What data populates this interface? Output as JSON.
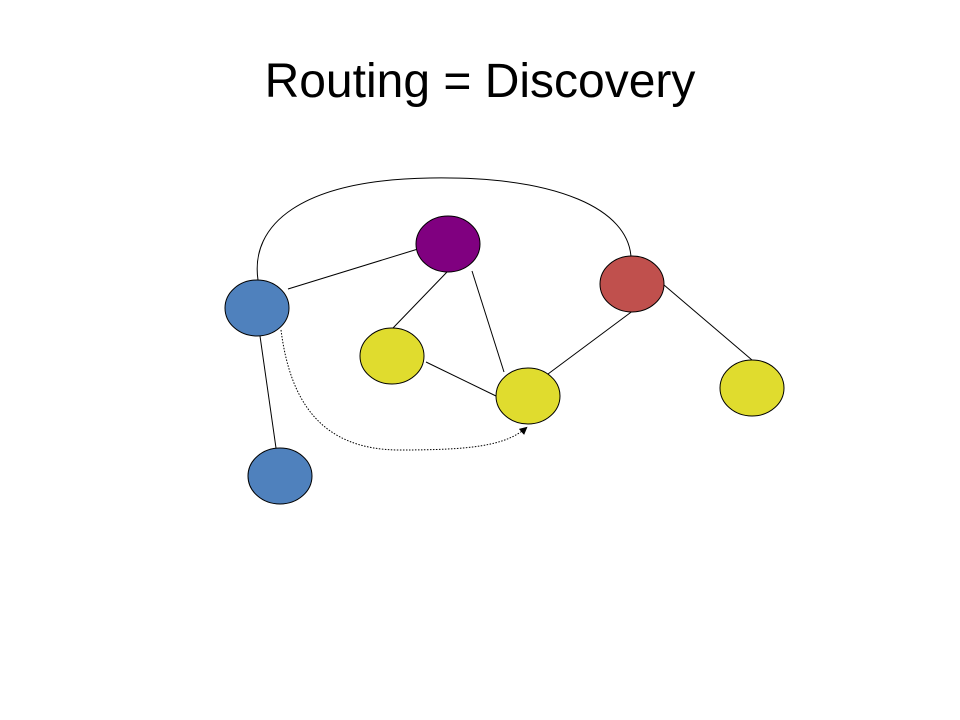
{
  "slide": {
    "title": "Routing = Discovery"
  },
  "colors": {
    "background": "#ffffff",
    "title_text": "#000000",
    "edge_stroke": "#000000",
    "node_stroke": "#000000",
    "blue_node": "#4f81bd",
    "purple_node": "#800080",
    "red_node": "#c0504d",
    "yellow_node": "#e0dc2e"
  },
  "diagram": {
    "nodes": [
      {
        "id": "blue-top",
        "color": "blue_node"
      },
      {
        "id": "blue-bottom",
        "color": "blue_node"
      },
      {
        "id": "purple",
        "color": "purple_node"
      },
      {
        "id": "red",
        "color": "red_node"
      },
      {
        "id": "yellow-left",
        "color": "yellow_node"
      },
      {
        "id": "yellow-center",
        "color": "yellow_node"
      },
      {
        "id": "yellow-right",
        "color": "yellow_node"
      }
    ],
    "edges": [
      {
        "from": "blue-top",
        "to": "purple",
        "style": "solid"
      },
      {
        "from": "blue-top",
        "to": "blue-bottom",
        "style": "solid"
      },
      {
        "from": "blue-top",
        "to": "red",
        "style": "solid-arc"
      },
      {
        "from": "purple",
        "to": "yellow-left",
        "style": "solid"
      },
      {
        "from": "purple",
        "to": "yellow-center",
        "style": "solid"
      },
      {
        "from": "yellow-left",
        "to": "yellow-center",
        "style": "solid"
      },
      {
        "from": "yellow-center",
        "to": "red",
        "style": "solid"
      },
      {
        "from": "red",
        "to": "yellow-right",
        "style": "solid"
      },
      {
        "from": "blue-top",
        "to": "yellow-center",
        "style": "dotted-arrow"
      }
    ]
  }
}
